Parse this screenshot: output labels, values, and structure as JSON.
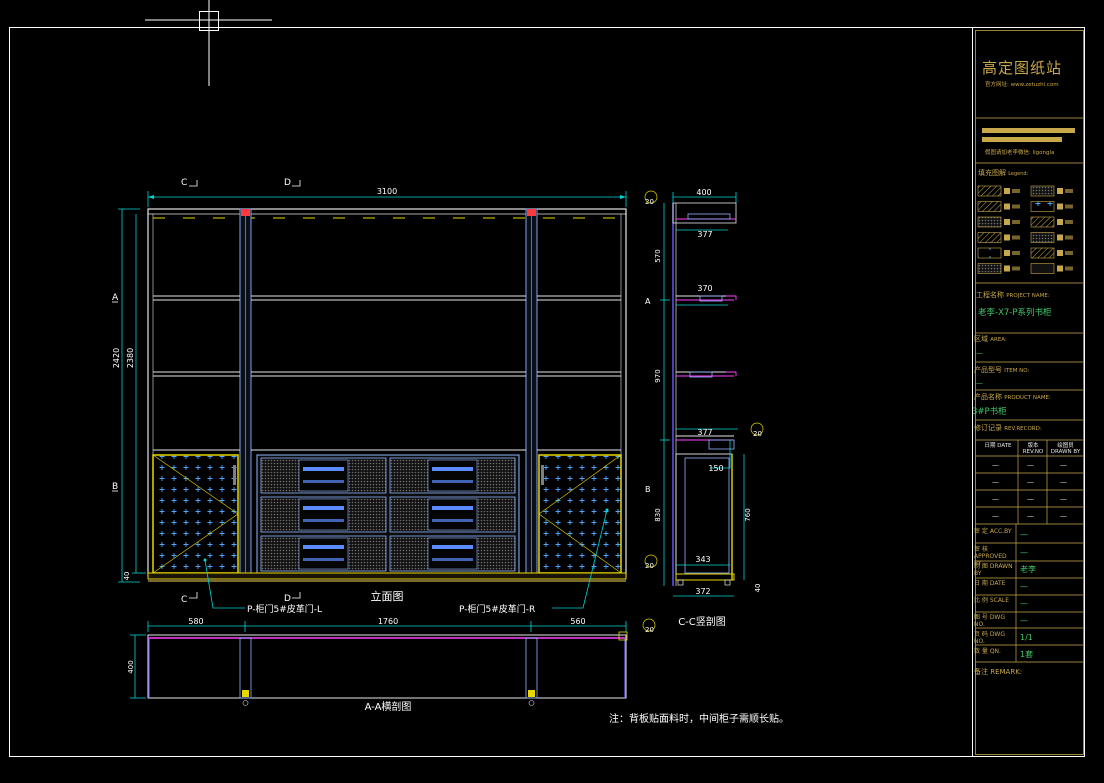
{
  "drawing": {
    "overall_width": "3100",
    "overall_height": "2420",
    "inner_height": "2380",
    "base_height": "40",
    "section_marks": {
      "c_top": "C",
      "d_top": "D",
      "c_bottom": "C",
      "d_bottom": "D",
      "a_left": "A",
      "b_left": "B",
      "a_right": "A",
      "b_right": "B"
    },
    "elevation_title": "立面图",
    "door_label_left": "P-柜门5#皮革门-L",
    "door_label_right": "P-柜门5#皮革门-R",
    "plan_title": "A-A横剖图",
    "plan_dims": [
      "580",
      "1760",
      "560"
    ],
    "plan_depth": "400",
    "side_title": "C-C竖剖图",
    "side_dims": {
      "top_depth": "400",
      "shelf1": "377",
      "shelf2": "370",
      "shelf3": "377",
      "drawer": "150",
      "bottom_inner": "343",
      "bottom": "372",
      "h1": "570",
      "h2": "970",
      "h3": "830",
      "h_drawer": "760",
      "h_base": "40",
      "marker_val": "20"
    },
    "note": "注：背板贴面料时，中间柜子需顺长贴。"
  },
  "title_block": {
    "brand": "高定图纸站",
    "website": "官方网址: www.zetuzhi.com",
    "contact": "假图请加老李微信: ligongla",
    "legend_label": "填充图解",
    "legend_en": "Legend:",
    "project_label": "工程名称",
    "project_en": "PROJECT NAME:",
    "project_value": "老李-X7-P系列书柜",
    "area_label": "区域",
    "area_en": "AREA:",
    "area_value": "—",
    "item_label": "产品型号",
    "item_en": "ITEM NO:",
    "item_value": "—",
    "product_label": "产品名称",
    "product_en": "PRODUCT NAME:",
    "product_value": "3#P书柜",
    "rev_label": "修订记录",
    "rev_en": "REV.RECORD:",
    "rev_headers": [
      "日期 DATE",
      "版本 REV.NO",
      "绘图员 DRAWN BY"
    ],
    "rev_rows": [
      "—",
      "—",
      "—",
      "—"
    ],
    "sign_rows": [
      {
        "label": "审 定 ACC.BY",
        "value": "—"
      },
      {
        "label": "审 核 APPROVED BY",
        "value": "—"
      },
      {
        "label": "制 图 DRAWN BY",
        "value": "老李"
      },
      {
        "label": "日 期 DATE",
        "value": "—"
      },
      {
        "label": "比 例 SCALE",
        "value": "—"
      },
      {
        "label": "图 号 DWG NO.",
        "value": "—"
      },
      {
        "label": "页 码 DWG NO.",
        "value": "1/1"
      },
      {
        "label": "数 量 QN.",
        "value": "1套"
      }
    ],
    "remark_label": "备注",
    "remark_en": "REMARK:"
  },
  "colors": {
    "background": "#000000",
    "frame": "#ffffff",
    "cabinet": "#e6e6e6",
    "dimension": "#00d6d6",
    "door": "#e8d800",
    "post": "#8fb4ff",
    "accent_red": "#ff3a3a",
    "accent_magenta": "#ff40ff",
    "title_gold": "#c8a84a",
    "title_green": "#3fc86a"
  }
}
